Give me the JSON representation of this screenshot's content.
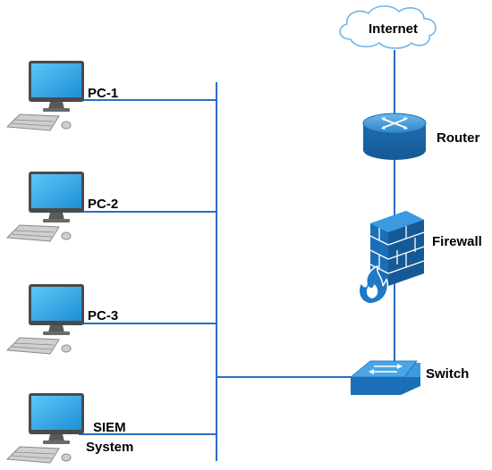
{
  "colors": {
    "line": "#2b6cc4",
    "device_blue": "#1a6fb8",
    "device_light": "#3a9be0",
    "screen": "#2aa7e8",
    "monitor_frame": "#4a4a4a",
    "keyboard": "#d9d9d9",
    "cloud_outline": "#6fb6e6"
  },
  "nodes": {
    "internet": {
      "label": "Internet",
      "icon": "cloud-icon"
    },
    "router": {
      "label": "Router",
      "icon": "router-icon"
    },
    "firewall": {
      "label": "Firewall",
      "icon": "firewall-icon"
    },
    "switch": {
      "label": "Switch",
      "icon": "switch-icon"
    },
    "pc1": {
      "label": "PC-1",
      "icon": "desktop-computer-icon"
    },
    "pc2": {
      "label": "PC-2",
      "icon": "desktop-computer-icon"
    },
    "pc3": {
      "label": "PC-3",
      "icon": "desktop-computer-icon"
    },
    "siem": {
      "label_line1": "SIEM",
      "label_line2": "System",
      "icon": "desktop-computer-icon"
    }
  }
}
